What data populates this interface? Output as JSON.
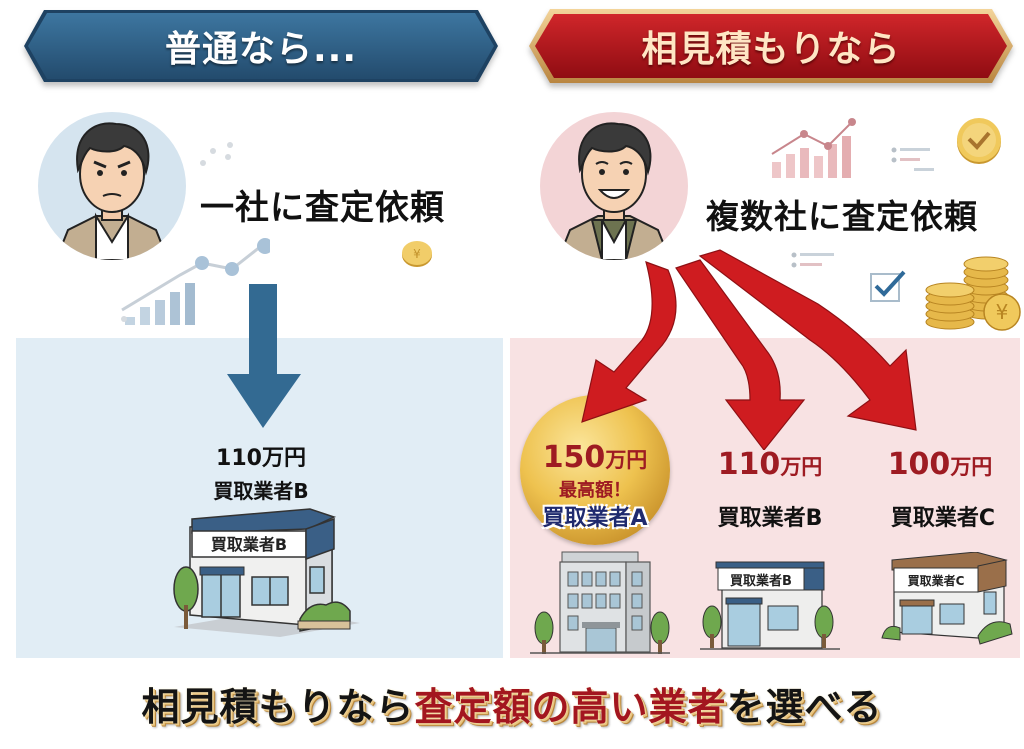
{
  "colors": {
    "left_banner": "#2f5f86",
    "right_banner": "#b4121b",
    "right_banner_border": "#d7aa63",
    "left_panel": "#e1edf5",
    "right_panel": "#f8e2e3",
    "left_arrow": "#336a92",
    "red_arrow": "#cf1c20",
    "price_red": "#9e1b22",
    "gold": "#e8bb48"
  },
  "left": {
    "banner": "普通なら...",
    "heading": "一社に査定依頼",
    "avatar_expression": "frowning",
    "result": {
      "price": "110万円",
      "vendor": "買取業者B",
      "building_sign": "買取業者B"
    }
  },
  "right": {
    "banner": "相見積もりなら",
    "heading": "複数社に査定依頼",
    "avatar_expression": "smiling",
    "results": [
      {
        "price_num": "150",
        "price_unit": "万円",
        "badge": "最高額！",
        "vendor": "買取業者A",
        "building_type": "office-building",
        "highlight": true
      },
      {
        "price_num": "110",
        "price_unit": "万円",
        "vendor": "買取業者B",
        "building_sign": "買取業者B",
        "building_type": "shop-blue"
      },
      {
        "price_num": "100",
        "price_unit": "万円",
        "vendor": "買取業者C",
        "building_sign": "買取業者C",
        "building_type": "shop-brown"
      }
    ]
  },
  "footer": {
    "part1": "相見積もりなら",
    "part2": "査定額の高い業者",
    "part3": "を選べる"
  },
  "icons": [
    "person-avatar",
    "bar-chart",
    "line-chart",
    "yen-coin",
    "check-coin",
    "checkbox",
    "list-lines",
    "coin-stack",
    "down-arrow",
    "building",
    "tree"
  ]
}
